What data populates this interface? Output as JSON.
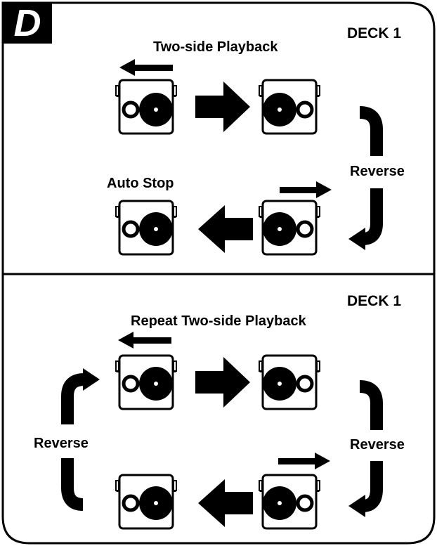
{
  "badge": {
    "letter": "D"
  },
  "panel_top": {
    "deck_label": "DECK 1",
    "title": "Two-side Playback",
    "reverse_label": "Reverse",
    "end_label": "Auto Stop"
  },
  "panel_bottom": {
    "deck_label": "DECK 1",
    "title": "Repeat Two-side Playback",
    "reverse_left_label": "Reverse",
    "reverse_right_label": "Reverse"
  }
}
